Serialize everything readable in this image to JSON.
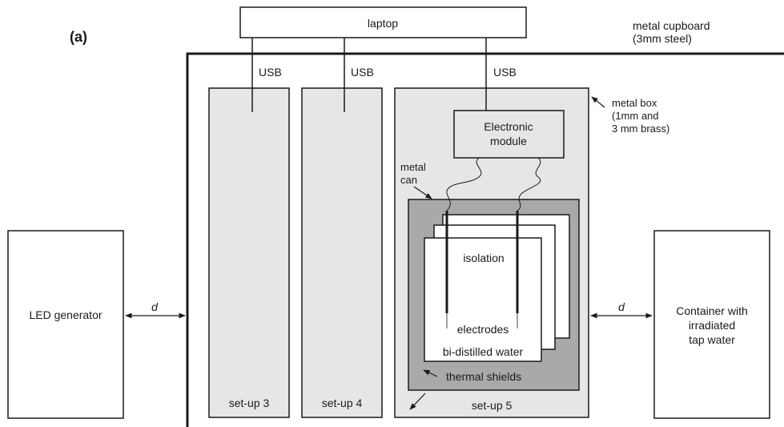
{
  "figure_label": "(a)",
  "laptop": "laptop",
  "cupboard": {
    "line1": "metal cupboard",
    "line2": "(3mm steel)"
  },
  "usb": [
    "USB",
    "USB",
    "USB"
  ],
  "metal_box": {
    "line1": "metal box",
    "line2": "(1mm and",
    "line3": "3 mm brass)"
  },
  "electronic_module": {
    "line1": "Electronic",
    "line2": "module"
  },
  "metal_can": {
    "line1": "metal",
    "line2": "can"
  },
  "isolation": "isolation",
  "electrodes": "electrodes",
  "water": "bi-distilled water",
  "thermal_shields": "thermal shields",
  "led_generator": "LED generator",
  "distance_label": "d",
  "container": {
    "line1": "Container with",
    "line2": "irradiated",
    "line3": "tap water"
  },
  "setups": [
    "set-up 3",
    "set-up 4",
    "set-up 5"
  ],
  "colors": {
    "stroke": "#1a1a1a",
    "panel": "#e6e6e6",
    "can": "#a9a9a9",
    "paper": "#ffffff"
  }
}
